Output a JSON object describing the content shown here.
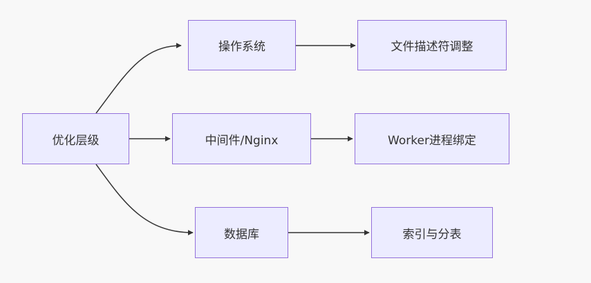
{
  "diagram": {
    "type": "flowchart",
    "direction": "left-to-right",
    "colors": {
      "node_fill": "#ececff",
      "node_border": "#9370db",
      "edge": "#333333",
      "text": "#333333",
      "background": "#f8f8f8"
    },
    "nodes": {
      "root": "优化层级",
      "os": "操作系统",
      "fd": "文件描述符调整",
      "middleware": "中间件/Nginx",
      "worker": "Worker进程绑定",
      "db": "数据库",
      "index": "索引与分表"
    },
    "edges": [
      {
        "from": "root",
        "to": "os"
      },
      {
        "from": "root",
        "to": "middleware"
      },
      {
        "from": "root",
        "to": "db"
      },
      {
        "from": "os",
        "to": "fd"
      },
      {
        "from": "middleware",
        "to": "worker"
      },
      {
        "from": "db",
        "to": "index"
      }
    ]
  }
}
